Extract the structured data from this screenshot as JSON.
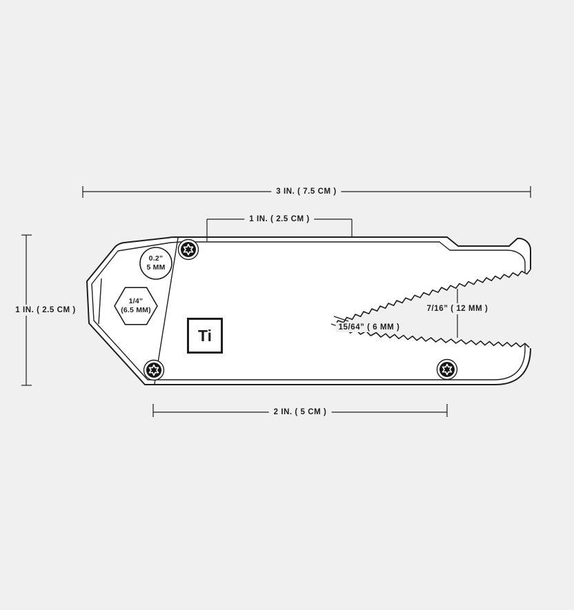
{
  "colors": {
    "bg": "#f0f0f1",
    "line": "#1d1d1f",
    "fill": "#ffffff",
    "screw": "#161616"
  },
  "dimensions": {
    "overall_width": "3 IN. ( 7.5 CM )",
    "top_section_width": "1 IN. ( 2.5 CM )",
    "overall_height": "1 IN. ( 2.5 CM )",
    "screw_spacing": "2 IN. ( 5 CM )",
    "jaw_opening": "7/16” ( 12 MM )",
    "jaw_throat": "15/64” ( 6 MM )"
  },
  "features": {
    "hole": {
      "line1": "0.2”",
      "line2": "5 MM"
    },
    "hex": {
      "line1": "1/4”",
      "line2": "(6.5 MM)"
    },
    "material": "Ti"
  }
}
